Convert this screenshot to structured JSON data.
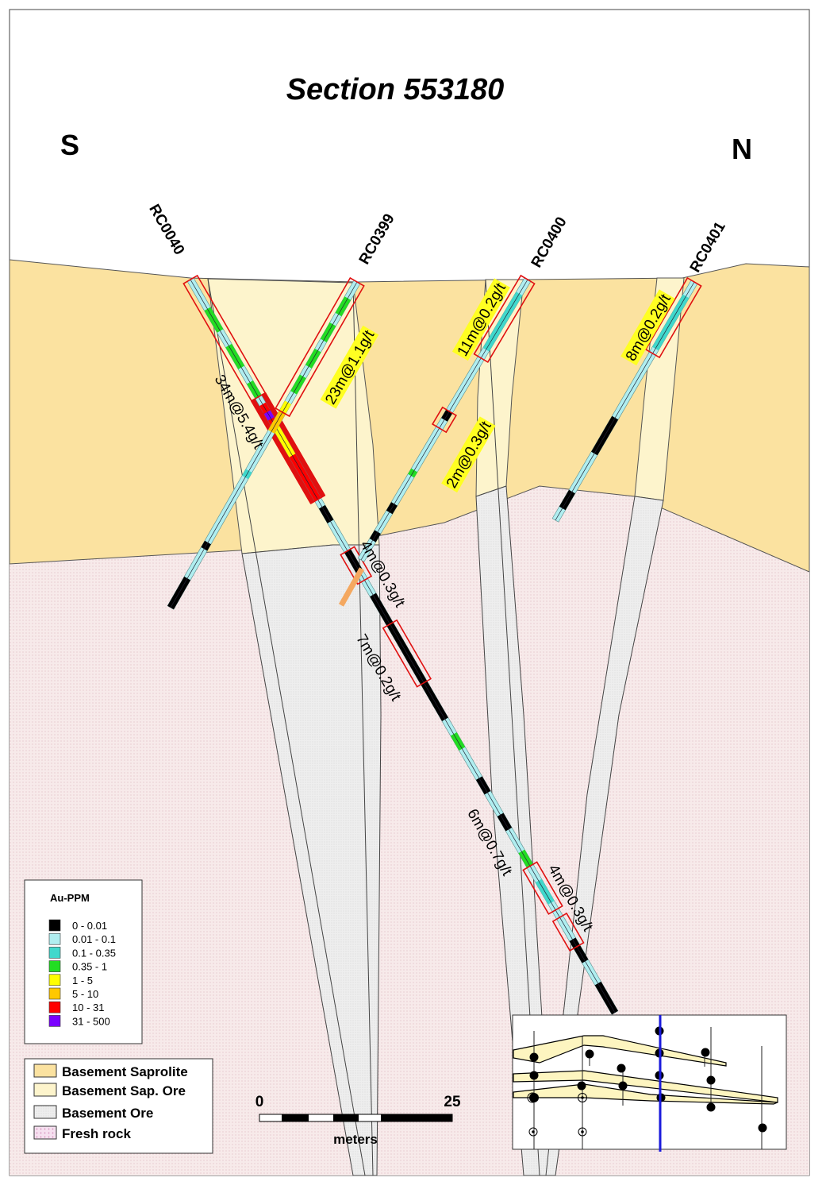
{
  "title": "Section 553180",
  "compass": {
    "south": "S",
    "north": "N"
  },
  "holes": [
    {
      "name": "RC0040"
    },
    {
      "name": "RC0399"
    },
    {
      "name": "RC0400"
    },
    {
      "name": "RC0401"
    }
  ],
  "intercepts": [
    {
      "text": "34m@5.4g/t",
      "highlight": false
    },
    {
      "text": "23m@1.1g/t",
      "highlight": true
    },
    {
      "text": "11m@0.2g/t",
      "highlight": true
    },
    {
      "text": "2m@0.3g/t",
      "highlight": true
    },
    {
      "text": "8m@0.2g/t",
      "highlight": true
    },
    {
      "text": "4m@0.3g/t",
      "highlight": false
    },
    {
      "text": "7m@0.2g/t",
      "highlight": false
    },
    {
      "text": "6m@0.7g/t",
      "highlight": false
    },
    {
      "text": "4m@0.3g/t",
      "highlight": false
    }
  ],
  "au_legend": {
    "title": "Au-PPM",
    "items": [
      {
        "label": "0 - 0.01",
        "color": "#000000"
      },
      {
        "label": "0.01 - 0.1",
        "color": "#b0eef0"
      },
      {
        "label": "0.1 - 0.35",
        "color": "#40d8cc"
      },
      {
        "label": "0.35 - 1",
        "color": "#22dd22"
      },
      {
        "label": "1 - 5",
        "color": "#ffff00"
      },
      {
        "label": "5 - 10",
        "color": "#ffc800"
      },
      {
        "label": "10 - 31",
        "color": "#ff0000"
      },
      {
        "label": "31 - 500",
        "color": "#7a00ff"
      }
    ]
  },
  "lith_legend": {
    "items": [
      {
        "label": "Basement Saprolite",
        "color": "#fbe2a0"
      },
      {
        "label": "Basement Sap. Ore",
        "color": "#fdf4cc"
      },
      {
        "label": "Basement Ore",
        "color": "#ececec"
      },
      {
        "label": "Fresh rock",
        "color": "#f5e4ea"
      }
    ]
  },
  "scale": {
    "start": "0",
    "end": "25",
    "unit": "meters"
  }
}
